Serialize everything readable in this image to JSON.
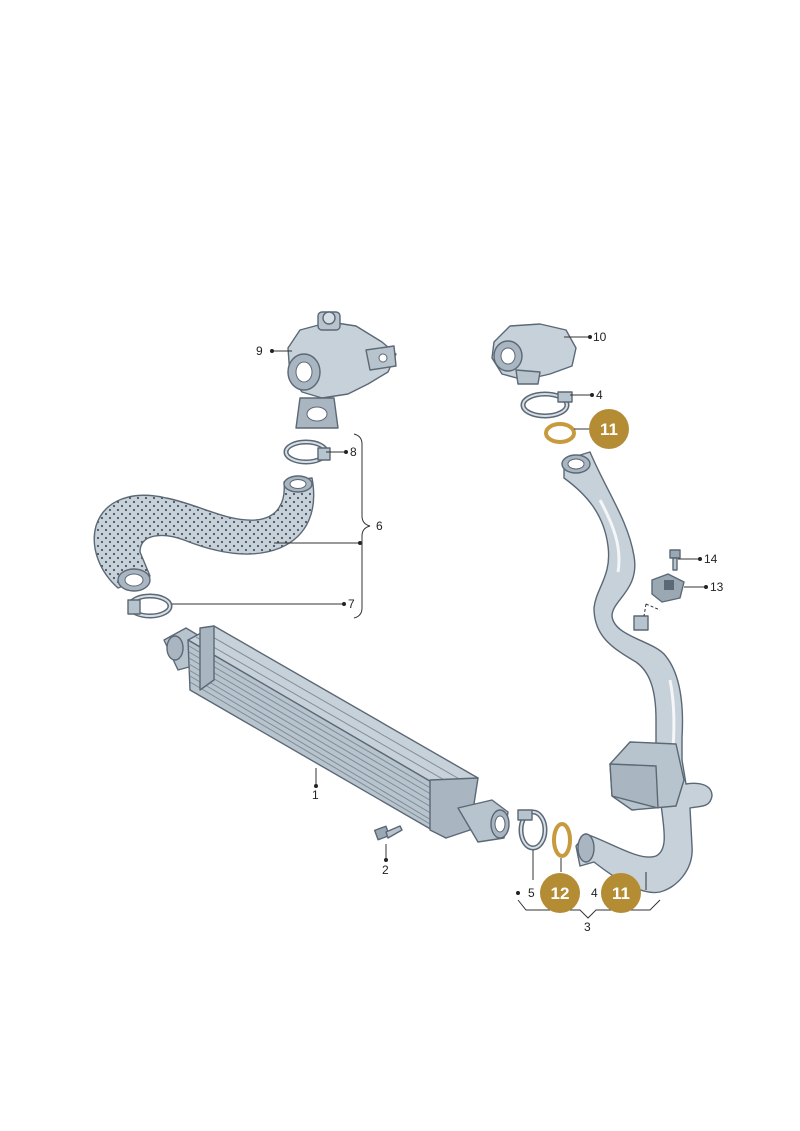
{
  "colors": {
    "badge": "#b48c34",
    "part_fill": "#c7d1da",
    "part_shade": "#a9b6c1",
    "part_outline": "#5b6875",
    "seal": "#c89a3e",
    "hose_dots": "#4a5560"
  },
  "callouts": {
    "c1": "1",
    "c2": "2",
    "c3": "3",
    "c4a": "4",
    "c4b": "4",
    "c5": "5",
    "c6": "6",
    "c7": "7",
    "c8": "8",
    "c9": "9",
    "c10": "10",
    "c13": "13",
    "c14": "14"
  },
  "badges": {
    "b11_top": "11",
    "b12": "12",
    "b11_bottom": "11"
  }
}
